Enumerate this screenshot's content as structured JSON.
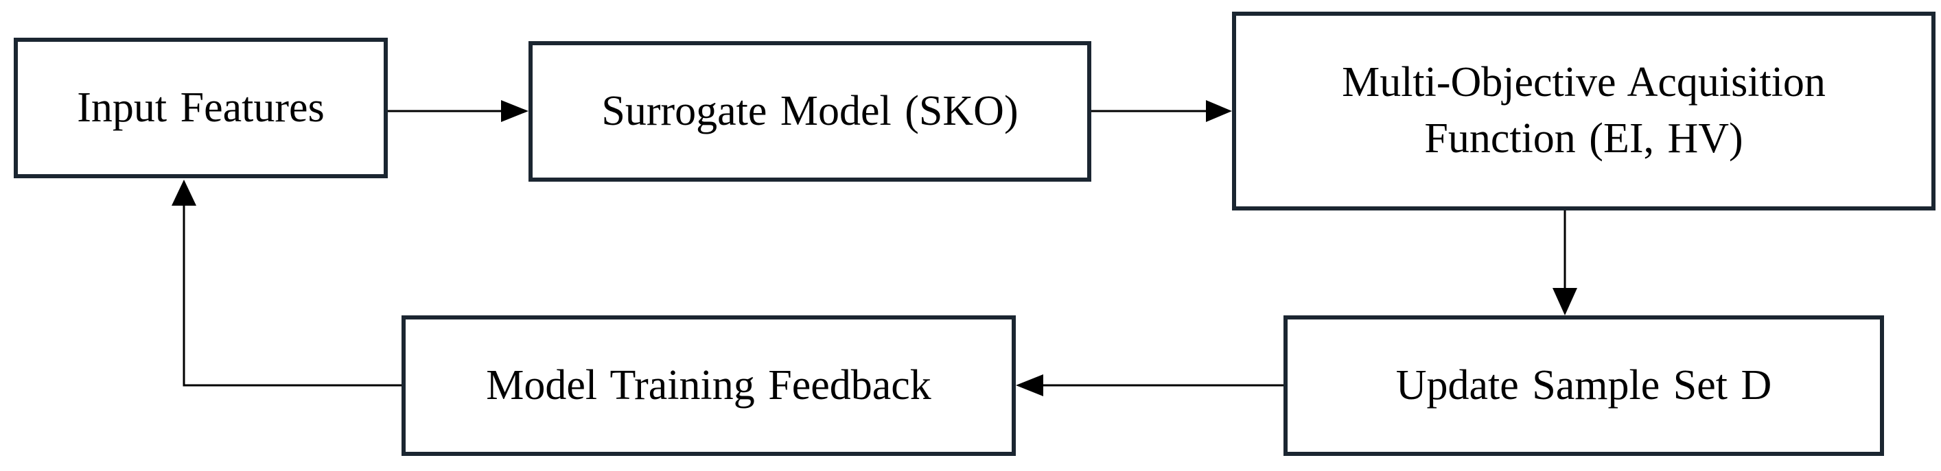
{
  "diagram": {
    "nodes": [
      {
        "id": "input",
        "lines": [
          "Input Features"
        ]
      },
      {
        "id": "surrogate",
        "lines": [
          "Surrogate Model (SKO)"
        ]
      },
      {
        "id": "acq",
        "lines": [
          "Multi-Objective Acquisition",
          "Function (EI, HV)"
        ]
      },
      {
        "id": "update",
        "lines": [
          "Update Sample Set D"
        ]
      },
      {
        "id": "feedback",
        "lines": [
          "Model Training Feedback"
        ]
      }
    ],
    "edges": [
      {
        "from": "input",
        "to": "surrogate"
      },
      {
        "from": "surrogate",
        "to": "acq"
      },
      {
        "from": "acq",
        "to": "update"
      },
      {
        "from": "update",
        "to": "feedback"
      },
      {
        "from": "feedback",
        "to": "input"
      }
    ]
  },
  "colors": {
    "box_border": "#1b2631",
    "arrow": "#000000",
    "text": "#000000",
    "background": "#ffffff"
  }
}
